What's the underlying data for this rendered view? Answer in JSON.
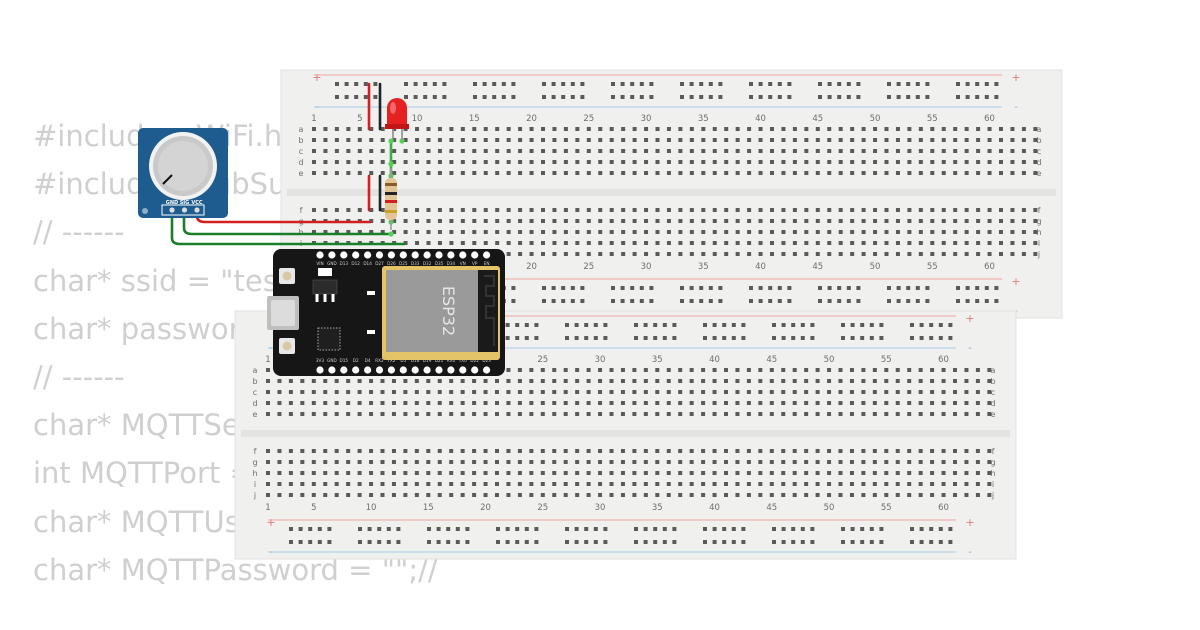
{
  "code_lines": [
    "#include <WiFi.h>",
    "#include <PubSubClient.h>",
    "// ------",
    "char* ssid = \"test\";",
    "char* password = \"\";",
    "// ------",
    "char* MQTTServer = \"\";",
    "int MQTTPort = 1883;",
    "char* MQTTUser = \"\";",
    "char* MQTTPassword = \"\";//"
  ],
  "breadboard": {
    "column_numbers": [
      "1",
      "5",
      "10",
      "15",
      "20",
      "25",
      "30",
      "35",
      "40",
      "45",
      "50",
      "55",
      "60"
    ],
    "top_rows": [
      "a",
      "b",
      "c",
      "d",
      "e"
    ],
    "bottom_rows": [
      "f",
      "g",
      "h",
      "i",
      "j"
    ],
    "rail_plus": "+",
    "rail_minus": "-"
  },
  "esp32": {
    "label": "ESP32",
    "top_pins": [
      "VIN",
      "GND",
      "D13",
      "D12",
      "D14",
      "D27",
      "D26",
      "D25",
      "D33",
      "D32",
      "D35",
      "D34",
      "VN",
      "VP",
      "EN"
    ],
    "bottom_pins": [
      "3V3",
      "GND",
      "D15",
      "D2",
      "D4",
      "RX2",
      "TX2",
      "D5",
      "D18",
      "D19",
      "D21",
      "RX0",
      "TX0",
      "D22",
      "D23"
    ]
  },
  "potentiometer": {
    "pins": [
      "GND",
      "SIG",
      "VCC"
    ]
  },
  "colors": {
    "breadboard": "#f0f0ef",
    "hole": "#5a5a5a",
    "rail_red": "#f1a3a3",
    "rail_blue": "#a8cbe8",
    "wire_red": "#d21f1f",
    "wire_green": "#1a7f2a",
    "wire_black": "#222222",
    "pot_board": "#1e5c8f",
    "esp_board": "#161616",
    "esp_chip": "#9a9a9a",
    "led": "#e52121"
  }
}
